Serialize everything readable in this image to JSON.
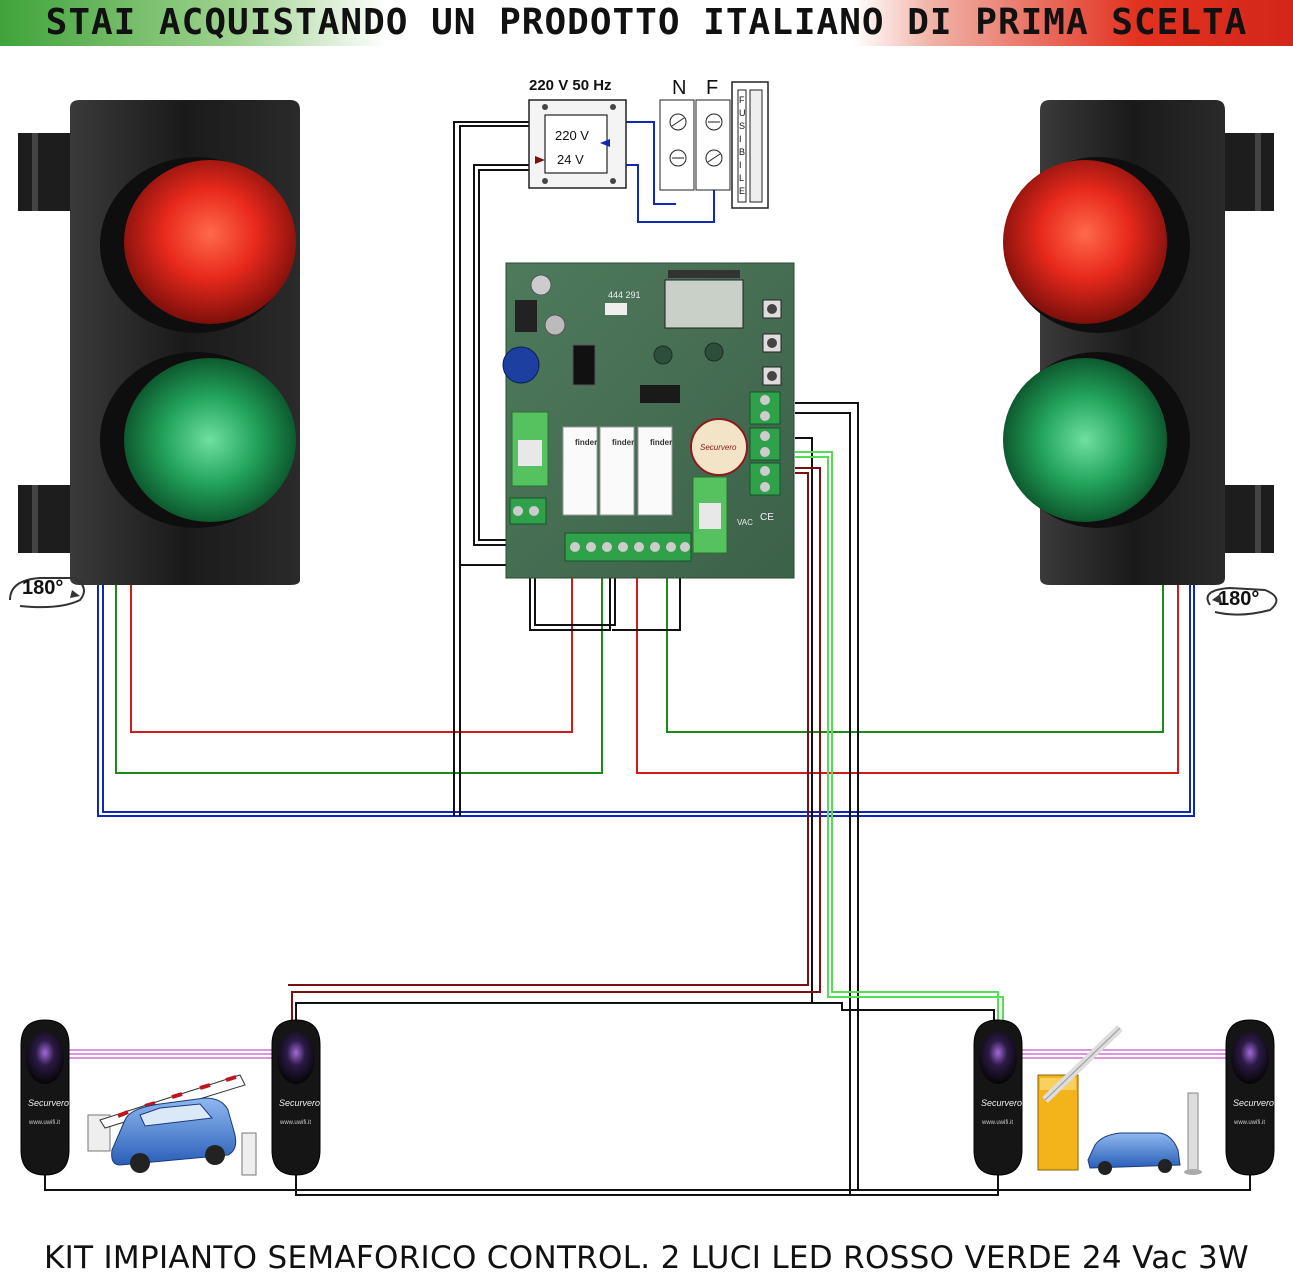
{
  "banner": {
    "text": "STAI ACQUISTANDO UN PRODOTTO ITALIANO DI PRIMA SCELTA",
    "colors": {
      "green": "#3fa33a",
      "white": "#ffffff",
      "red": "#d3261a"
    }
  },
  "footer": {
    "text": "KIT IMPIANTO SEMAFORICO CONTROL. 2 LUCI LED ROSSO VERDE 24 Vac 3W"
  },
  "power_supply": {
    "title": "220 V 50 Hz",
    "input_label": "220 V",
    "output_label": "24 V"
  },
  "terminal_block": {
    "label_n": "N",
    "label_f": "F"
  },
  "fuse": {
    "letters": [
      "F",
      "U",
      "S",
      "I",
      "B",
      "I",
      "L",
      "E"
    ]
  },
  "traffic_lights": {
    "left_rotation": "180°",
    "right_rotation": "180°",
    "lamp_colors": {
      "red": "#e8291c",
      "green": "#22a35a"
    }
  },
  "control_board": {
    "relay_brand": "finder",
    "display_digits": "444 291",
    "seal_text": "Securvero",
    "vac_label": "VAC",
    "ce_label": "CE"
  },
  "photocells": {
    "brand": "Securvero",
    "site": "www.uwifi.it"
  },
  "wire_colors": {
    "red": "#d11a1a",
    "green": "#1a8a1a",
    "blue": "#1028b8",
    "black": "#111111",
    "light_green": "#55dd55",
    "dark_red": "#7a1010"
  }
}
